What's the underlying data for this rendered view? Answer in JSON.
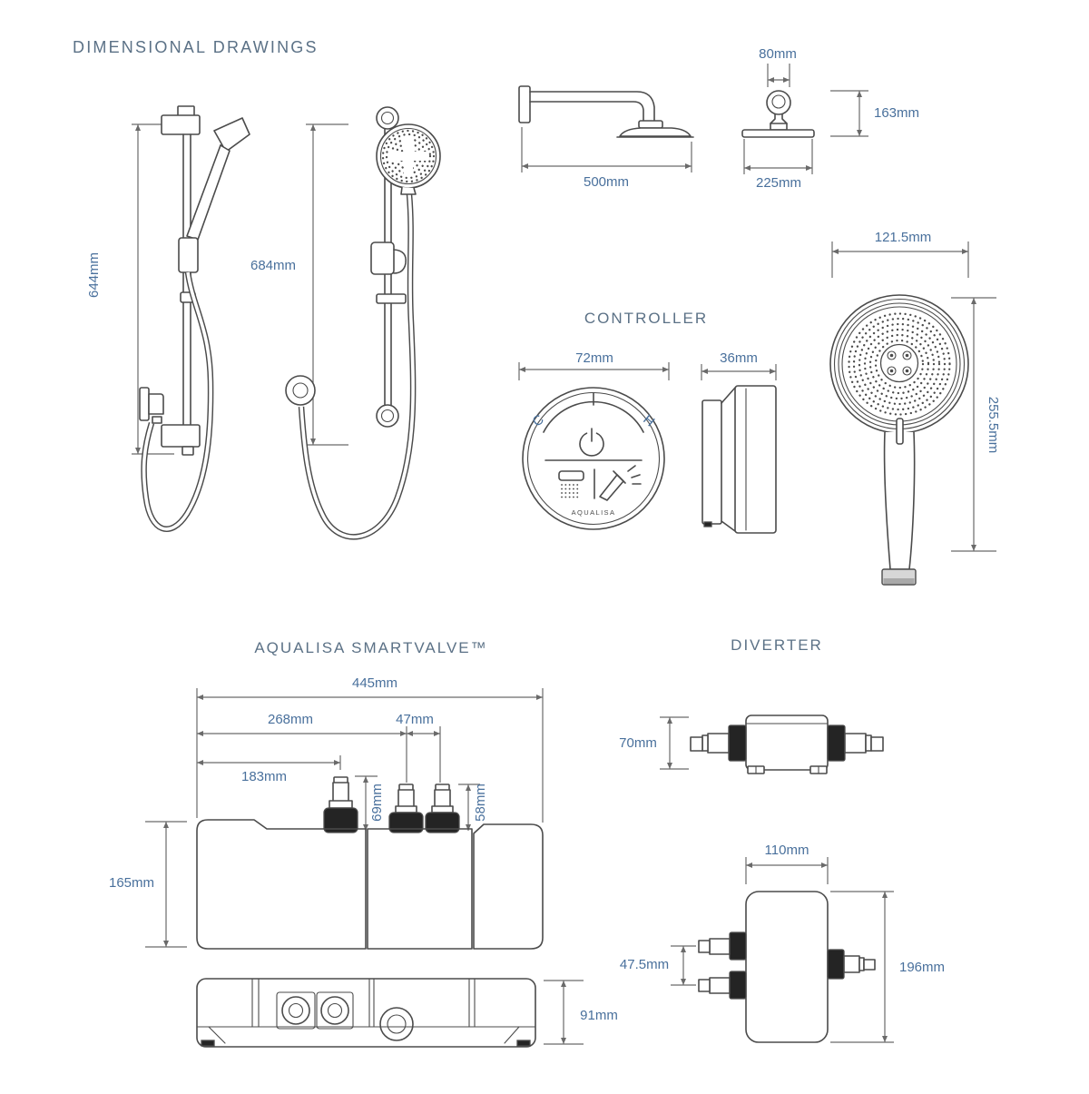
{
  "page_title": "DIMENSIONAL DRAWINGS",
  "colors": {
    "line": "#4b4b4b",
    "dim_line": "#6a6a6a",
    "dim_text": "#49709c",
    "heading_text": "#5b7186",
    "dark_fill": "#242424"
  },
  "rail_side": {
    "dim_height": "644mm"
  },
  "rail_front": {
    "dim_height": "684mm"
  },
  "arm_side": {
    "dim_length": "500mm"
  },
  "head_front": {
    "dim_bracket_width": "80mm",
    "dim_drop": "163mm",
    "dim_width": "225mm"
  },
  "controller": {
    "heading": "CONTROLLER",
    "dim_face_width": "72mm",
    "dim_depth": "36mm",
    "cold_label": "C",
    "hot_label": "H",
    "brand": "AQUALISA"
  },
  "handset": {
    "dim_width": "121.5mm",
    "dim_length": "255.5mm"
  },
  "smartvalve": {
    "heading": "AQUALISA SMARTVALVE™",
    "dim_total_width": "445mm",
    "dim_inlet_span": "268mm",
    "dim_inlet_gap": "47mm",
    "dim_outlet_offset": "183mm",
    "dim_outlet_height": "69mm",
    "dim_inlet_height": "58mm",
    "dim_body_height": "165mm",
    "dim_body_depth": "91mm"
  },
  "diverter": {
    "heading": "DIVERTER",
    "dim_side_height": "70mm",
    "dim_top_width": "110mm",
    "dim_port_gap": "47.5mm",
    "dim_length": "196mm"
  }
}
